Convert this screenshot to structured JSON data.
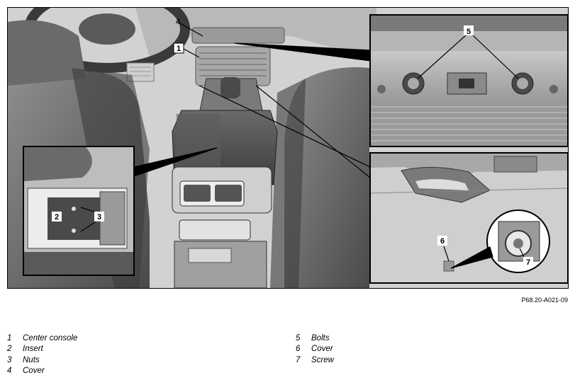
{
  "figure_reference": "P68.20-A021-09",
  "callouts": {
    "c1": "1",
    "c2": "2",
    "c3": "3",
    "c4": "4",
    "c5": "5",
    "c6": "6",
    "c7": "7"
  },
  "legend": {
    "left": [
      {
        "num": "1",
        "label": "Center console"
      },
      {
        "num": "2",
        "label": "Insert"
      },
      {
        "num": "3",
        "label": "Nuts"
      },
      {
        "num": "4",
        "label": "Cover"
      }
    ],
    "right": [
      {
        "num": "5",
        "label": "Bolts"
      },
      {
        "num": "6",
        "label": "Cover"
      },
      {
        "num": "7",
        "label": "Screw"
      }
    ]
  }
}
